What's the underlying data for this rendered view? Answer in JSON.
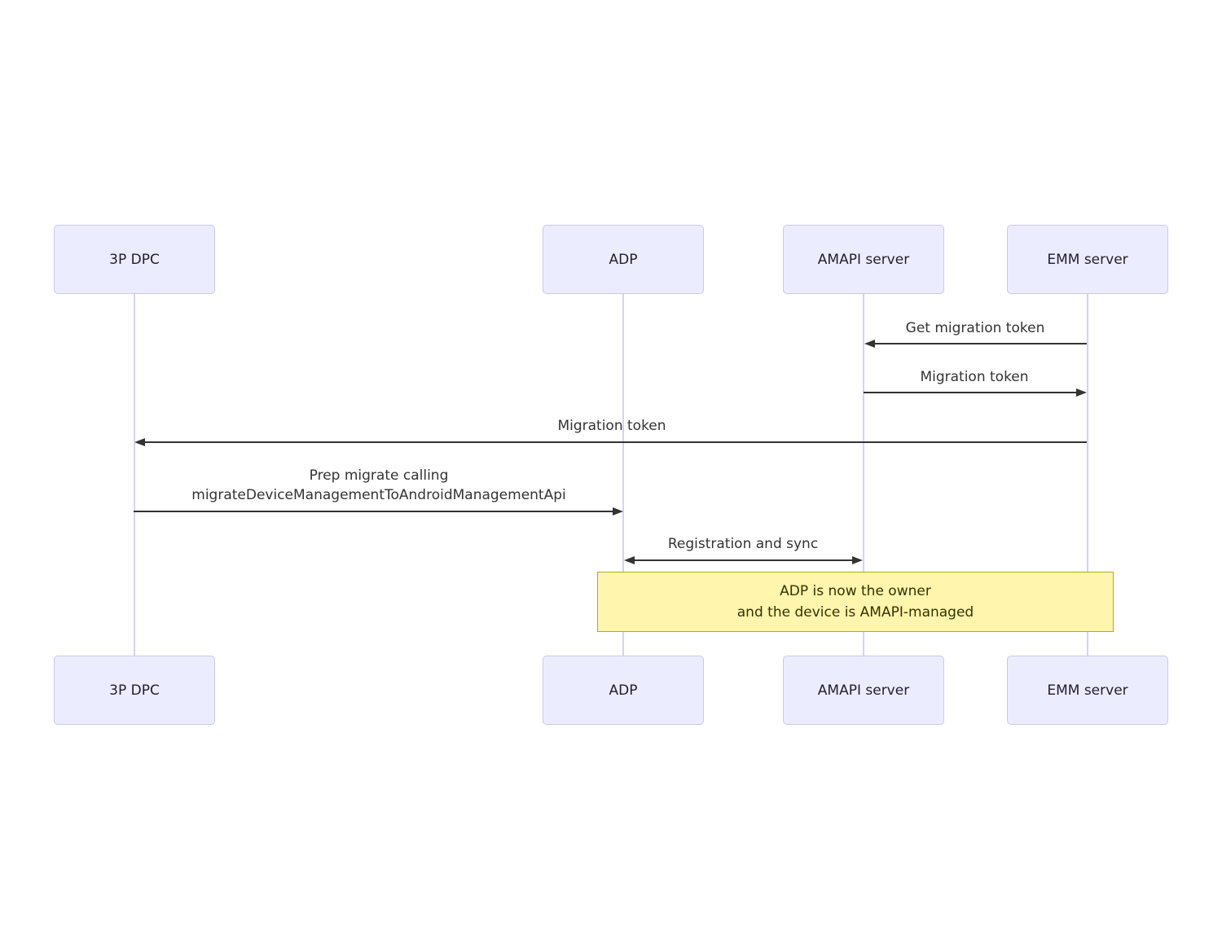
{
  "colors": {
    "actor_fill": "#ececff",
    "actor_border": "#cdc6ec",
    "lifeline": "#d8d2ee",
    "arrow": "#333333",
    "message_text": "#333333",
    "note_fill": "#fff5ad",
    "note_border": "#aaaa33"
  },
  "actors": [
    {
      "label": "3P DPC"
    },
    {
      "label": "ADP"
    },
    {
      "label": "AMAPI server"
    },
    {
      "label": "EMM server"
    }
  ],
  "messages": [
    {
      "label": "Get migration token",
      "from": "EMM server",
      "to": "AMAPI server",
      "direction": "left"
    },
    {
      "label": "Migration token",
      "from": "AMAPI server",
      "to": "EMM server",
      "direction": "right"
    },
    {
      "label": "Migration token",
      "from": "EMM server",
      "to": "3P DPC",
      "direction": "left"
    },
    {
      "label": "Prep migrate calling",
      "label2": "migrateDeviceManagementToAndroidManagementApi",
      "from": "3P DPC",
      "to": "ADP",
      "direction": "right"
    },
    {
      "label": "Registration and sync",
      "from": "ADP",
      "to": "AMAPI server",
      "direction": "both"
    }
  ],
  "note": {
    "line1": "ADP is now the owner",
    "line2": "and the device is AMAPI-managed"
  }
}
